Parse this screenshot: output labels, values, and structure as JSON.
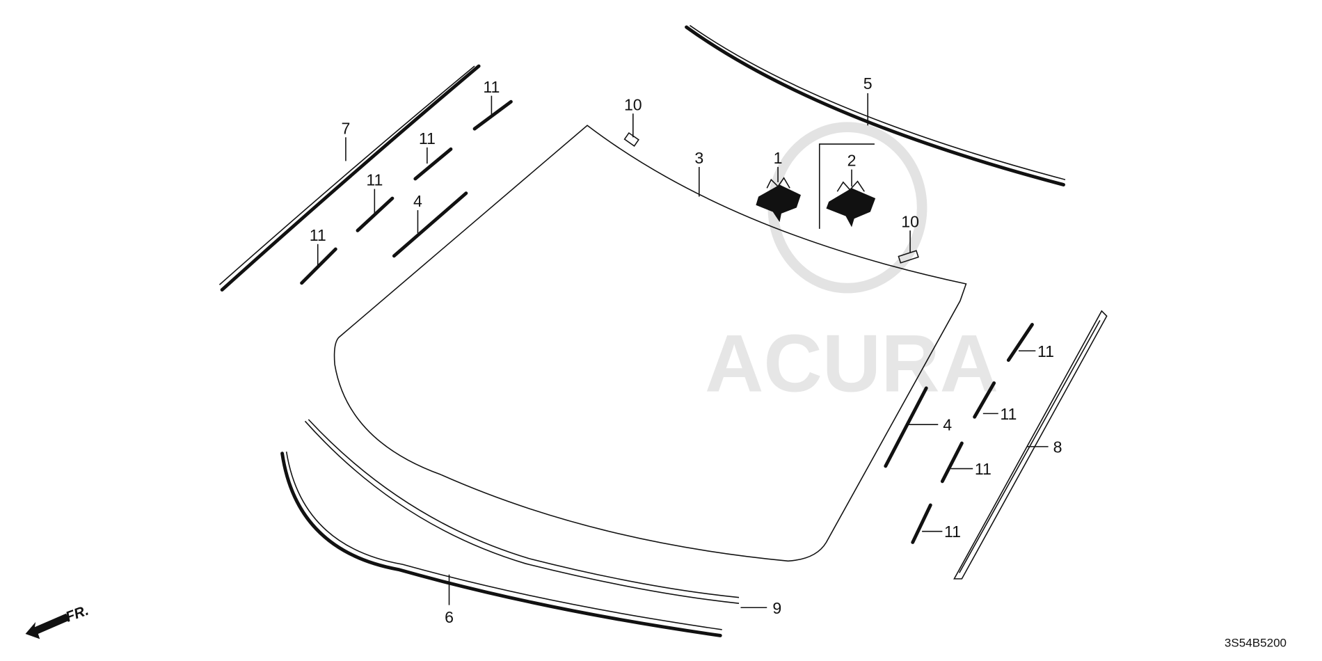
{
  "diagram": {
    "watermark_text": "ACURA",
    "diagram_code": "3S54B5200",
    "front_indicator": "FR.",
    "part_labels": {
      "p1": "1",
      "p2": "2",
      "p3": "3",
      "p4a": "4",
      "p4b": "4",
      "p5": "5",
      "p6": "6",
      "p7": "7",
      "p8": "8",
      "p9": "9",
      "p10a": "10",
      "p10b": "10",
      "p11a": "11",
      "p11b": "11",
      "p11c": "11",
      "p11d": "11",
      "p11e": "11",
      "p11f": "11",
      "p11g": "11",
      "p11h": "11"
    }
  }
}
